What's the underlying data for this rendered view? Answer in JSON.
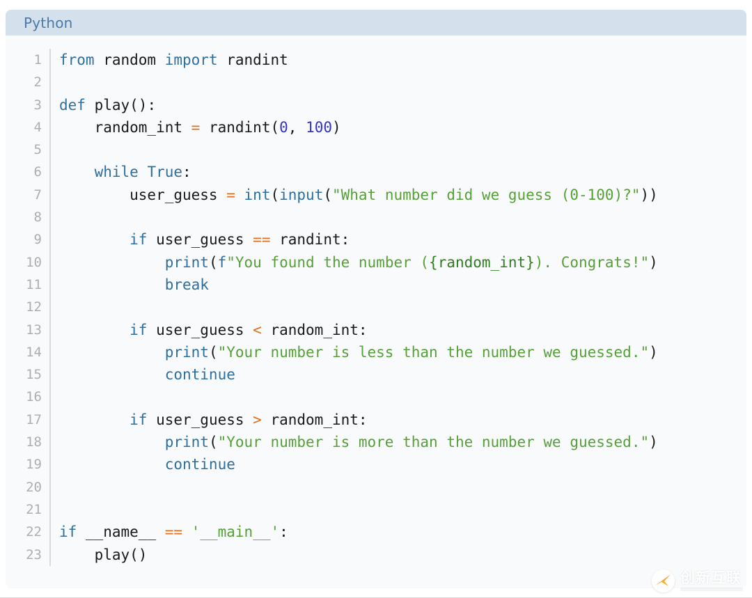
{
  "header": {
    "language_label": "Python"
  },
  "colors": {
    "header_bg": "#d4e0ec",
    "header_text": "#477aab",
    "card_bg": "#f9fafb",
    "keyword": "#2d6f9e",
    "plain": "#18191a",
    "operator": "#e07020",
    "string": "#55a037",
    "interpolation": "#2e7d1f",
    "number": "#3232cd",
    "line_number": "#abaeb3",
    "watermark_accent": "#f5a623"
  },
  "watermark": {
    "brand_text": "创新互联",
    "logo_icon": "x-swoosh-icon"
  },
  "code": {
    "lines": [
      {
        "no": "1",
        "segs": [
          [
            "kw",
            "from"
          ],
          [
            "pl",
            " random "
          ],
          [
            "kw",
            "import"
          ],
          [
            "pl",
            " randint"
          ]
        ]
      },
      {
        "no": "2",
        "segs": []
      },
      {
        "no": "3",
        "segs": [
          [
            "kw",
            "def"
          ],
          [
            "pl",
            " play():"
          ]
        ]
      },
      {
        "no": "4",
        "segs": [
          [
            "pl",
            "    random_int "
          ],
          [
            "op",
            "="
          ],
          [
            "pl",
            " randint("
          ],
          [
            "num",
            "0"
          ],
          [
            "pl",
            ", "
          ],
          [
            "num",
            "100"
          ],
          [
            "pl",
            ")"
          ]
        ]
      },
      {
        "no": "5",
        "segs": []
      },
      {
        "no": "6",
        "segs": [
          [
            "pl",
            "    "
          ],
          [
            "kw",
            "while"
          ],
          [
            "pl",
            " "
          ],
          [
            "kw",
            "True"
          ],
          [
            "pl",
            ":"
          ]
        ]
      },
      {
        "no": "7",
        "segs": [
          [
            "pl",
            "        user_guess "
          ],
          [
            "op",
            "="
          ],
          [
            "pl",
            " "
          ],
          [
            "kw",
            "int"
          ],
          [
            "pl",
            "("
          ],
          [
            "kw",
            "input"
          ],
          [
            "pl",
            "("
          ],
          [
            "str",
            "\"What number did we guess (0-100)?\""
          ],
          [
            "pl",
            "))"
          ]
        ]
      },
      {
        "no": "8",
        "segs": []
      },
      {
        "no": "9",
        "segs": [
          [
            "pl",
            "        "
          ],
          [
            "kw",
            "if"
          ],
          [
            "pl",
            " user_guess "
          ],
          [
            "op",
            "=="
          ],
          [
            "pl",
            " randint:"
          ]
        ]
      },
      {
        "no": "10",
        "segs": [
          [
            "pl",
            "            "
          ],
          [
            "kw",
            "print"
          ],
          [
            "pl",
            "("
          ],
          [
            "kw",
            "f"
          ],
          [
            "str",
            "\"You found the number ("
          ],
          [
            "ip",
            "{random_int}"
          ],
          [
            "str",
            "). Congrats!\""
          ],
          [
            "pl",
            ")"
          ]
        ]
      },
      {
        "no": "11",
        "segs": [
          [
            "pl",
            "            "
          ],
          [
            "kw",
            "break"
          ]
        ]
      },
      {
        "no": "12",
        "segs": []
      },
      {
        "no": "13",
        "segs": [
          [
            "pl",
            "        "
          ],
          [
            "kw",
            "if"
          ],
          [
            "pl",
            " user_guess "
          ],
          [
            "op",
            "<"
          ],
          [
            "pl",
            " random_int:"
          ]
        ]
      },
      {
        "no": "14",
        "segs": [
          [
            "pl",
            "            "
          ],
          [
            "kw",
            "print"
          ],
          [
            "pl",
            "("
          ],
          [
            "str",
            "\"Your number is less than the number we guessed.\""
          ],
          [
            "pl",
            ")"
          ]
        ]
      },
      {
        "no": "15",
        "segs": [
          [
            "pl",
            "            "
          ],
          [
            "kw",
            "continue"
          ]
        ]
      },
      {
        "no": "16",
        "segs": []
      },
      {
        "no": "17",
        "segs": [
          [
            "pl",
            "        "
          ],
          [
            "kw",
            "if"
          ],
          [
            "pl",
            " user_guess "
          ],
          [
            "op",
            ">"
          ],
          [
            "pl",
            " random_int:"
          ]
        ]
      },
      {
        "no": "18",
        "segs": [
          [
            "pl",
            "            "
          ],
          [
            "kw",
            "print"
          ],
          [
            "pl",
            "("
          ],
          [
            "str",
            "\"Your number is more than the number we guessed.\""
          ],
          [
            "pl",
            ")"
          ]
        ]
      },
      {
        "no": "19",
        "segs": [
          [
            "pl",
            "            "
          ],
          [
            "kw",
            "continue"
          ]
        ]
      },
      {
        "no": "20",
        "segs": []
      },
      {
        "no": "21",
        "segs": []
      },
      {
        "no": "22",
        "segs": [
          [
            "kw",
            "if"
          ],
          [
            "pl",
            " __name__ "
          ],
          [
            "op",
            "=="
          ],
          [
            "pl",
            " "
          ],
          [
            "str",
            "'__main__'"
          ],
          [
            "pl",
            ":"
          ]
        ]
      },
      {
        "no": "23",
        "segs": [
          [
            "pl",
            "    play()"
          ]
        ]
      }
    ]
  }
}
